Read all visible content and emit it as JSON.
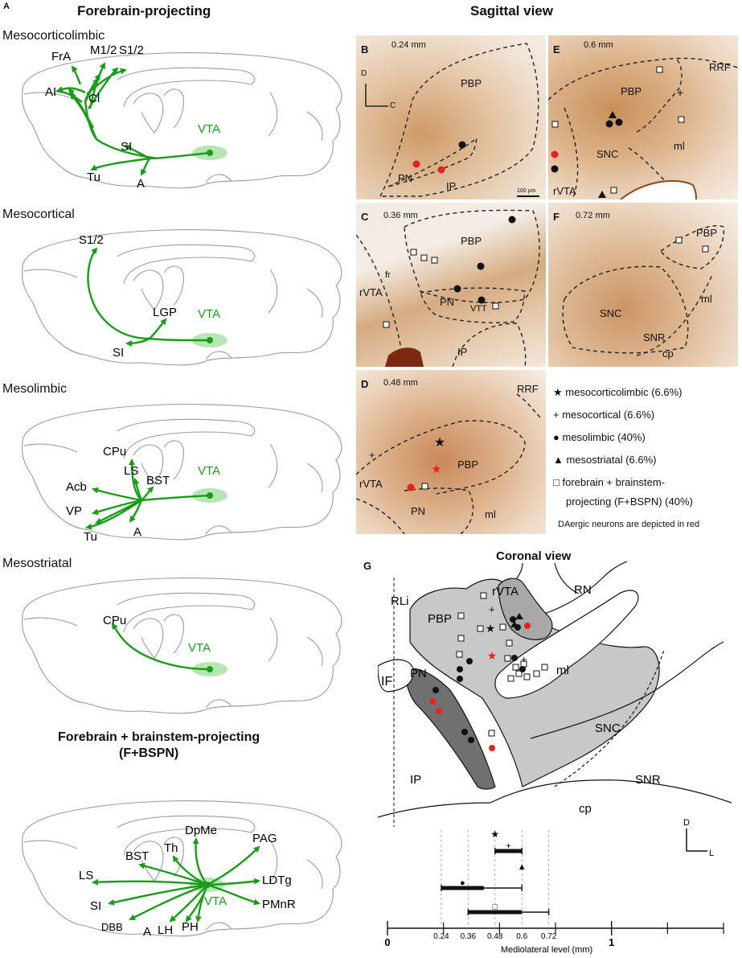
{
  "colors": {
    "green": "#1a9c1a",
    "greenHalo": "#b6e6b3",
    "red": "#e8231c",
    "tissue": "#c8844a",
    "gray": "#c8c8c8",
    "dark": "#707070",
    "mid": "#a8a8a8"
  },
  "headers": {
    "panel_a": "A",
    "forebrain": "Forebrain-projecting",
    "sagittal": "Sagittal view",
    "coronal": "Coronal  view",
    "fbspn_line1": "Forebrain + brainstem-projecting",
    "fbspn_line2": "(F+BSPN)"
  },
  "sections": {
    "mesocorticolimbic": "Mesocorticolimbic",
    "mesocortical": "Mesocortical",
    "mesolimbic": "Mesolimbic",
    "mesostriatal": "Mesostriatal"
  },
  "brain1": {
    "labels": [
      "FrA",
      "M1/2",
      "S1/2",
      "AI",
      "Cl",
      "SI",
      "Tu",
      "A",
      "VTA"
    ]
  },
  "brain2": {
    "labels": [
      "S1/2",
      "LGP",
      "SI",
      "VTA"
    ]
  },
  "brain3": {
    "labels": [
      "CPu",
      "LS",
      "BST",
      "Acb",
      "VP",
      "Tu",
      "A",
      "VTA"
    ]
  },
  "brain4": {
    "labels": [
      "CPu",
      "VTA"
    ]
  },
  "brain5": {
    "labels": [
      "DpMe",
      "PAG",
      "Th",
      "BST",
      "LS",
      "LDTg",
      "SI",
      "PMnR",
      "DBB",
      "A",
      "LH",
      "PH",
      "VTA"
    ]
  },
  "panels": {
    "B": {
      "letter": "B",
      "depth": "0.24 mm",
      "labels": [
        "PBP",
        "PN",
        "IP"
      ],
      "axis_d": "D",
      "axis_c": "C",
      "scale": "100 µm"
    },
    "C": {
      "letter": "C",
      "depth": "0.36 mm",
      "labels": [
        "PBP",
        "fr",
        "rVTA",
        "PN",
        "VTT",
        "IP"
      ]
    },
    "D": {
      "letter": "D",
      "depth": "0.48 mm",
      "labels": [
        "RRF",
        "PBP",
        "rVTA",
        "PN",
        "ml"
      ]
    },
    "E": {
      "letter": "E",
      "depth": "0.6 mm",
      "labels": [
        "RRF",
        "PBP",
        "SNC",
        "ml",
        "rVTA"
      ]
    },
    "F": {
      "letter": "F",
      "depth": "0.72 mm",
      "labels": [
        "PBP",
        "SNC",
        "ml",
        "SNR",
        "cp"
      ]
    }
  },
  "legend": {
    "items": [
      {
        "symbol": "★",
        "text": "mesocorticolimbic (6.6%)"
      },
      {
        "symbol": "+",
        "text": "mesocortical (6.6%)"
      },
      {
        "symbol": "●",
        "text": "mesolimbic (40%)"
      },
      {
        "symbol": "▲",
        "text": "mesostriatal (6.6%)"
      },
      {
        "symbol": "□",
        "text": "forebrain + brainstem-"
      }
    ],
    "item5_line2": "projecting (F+BSPN) (40%)",
    "note": "DAergic neurons are depicted in red"
  },
  "coronal": {
    "letter": "G",
    "labels": [
      "RLi",
      "rVTA",
      "RN",
      "PBP",
      "IF",
      "ml",
      "PN",
      "SNC",
      "IP",
      "SNR",
      "cp"
    ],
    "axis_d": "D",
    "axis_l": "L"
  },
  "chart_data": {
    "type": "range",
    "xlabel": "Mediolateral level (mm)",
    "xlim": [
      0,
      1.5
    ],
    "major_ticks": [
      {
        "v": 0,
        "label": "0"
      },
      {
        "v": 1,
        "label": "1"
      }
    ],
    "tick_labels": [
      {
        "v": 0.24,
        "label": "0.24"
      },
      {
        "v": 0.36,
        "label": "0.36"
      },
      {
        "v": 0.48,
        "label": "0.48"
      },
      {
        "v": 0.6,
        "label": "0.6"
      },
      {
        "v": 0.72,
        "label": "0.72"
      }
    ],
    "minor_ticks": [
      0.25,
      0.5,
      0.75,
      1.25,
      1.5
    ],
    "series": [
      {
        "symbol": "★",
        "point": 0.48
      },
      {
        "symbol": "+",
        "thick": [
          0.48,
          0.6
        ],
        "thin": [
          0.48,
          0.6
        ]
      },
      {
        "symbol": "▲",
        "point": 0.6
      },
      {
        "symbol": "●",
        "thick": [
          0.24,
          0.43
        ],
        "thin": [
          0.24,
          0.6
        ]
      },
      {
        "symbol": "□",
        "thick": [
          0.36,
          0.6
        ],
        "thin": [
          0.36,
          0.72
        ]
      }
    ]
  }
}
